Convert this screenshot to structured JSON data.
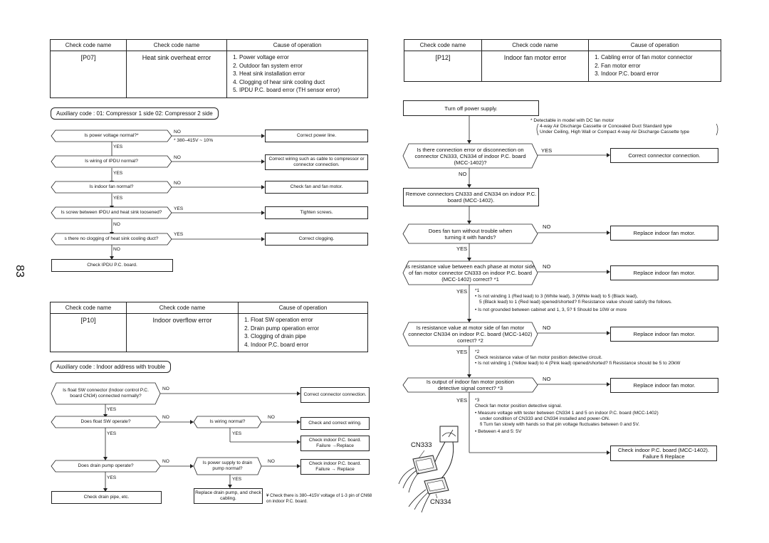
{
  "page_number": "83",
  "table_p07": {
    "headers": [
      "Check code name",
      "Check code name",
      "Cause of operation"
    ],
    "code": "[P07]",
    "name": "Heat sink overheat error",
    "causes": [
      "Power voltage error",
      "Outdoor fan system error",
      "Heat sink installation error",
      "Clogging of hear sink cooling duct",
      "IPDU P.C. board error (TH sensor error)"
    ]
  },
  "aux_p07": "Auxiliary code :   01: Compressor 1 side   02: Compressor 2 side",
  "flow_p07": {
    "q1": "Is power voltage normal?*",
    "q1_note": "* 380–415V ~ 10%",
    "a1": "Correct power line.",
    "q2": "Is wiring of IPDU normal?",
    "a2": "Correct wiring such as cable to compressor or connector connection.",
    "q3": "Is indoor fan normal?",
    "a3": "Check fan and fan motor.",
    "q4": "Is screw between IPDU and heat sink loosened?",
    "a4": "Tighten screws.",
    "q5": "s there no clogging of heat sink cooling duct?",
    "a5": "Correct clogging.",
    "end": "Check IPDU P.C. board.",
    "yes": "YES",
    "no": "NO"
  },
  "table_p10": {
    "headers": [
      "Check code name",
      "Check code name",
      "Cause of operation"
    ],
    "code": "[P10]",
    "name": "Indoor overflow error",
    "causes": [
      "Float SW operation error",
      "Drain pump operation error",
      "Clogging of drain pipe",
      "Indoor P.C. board error"
    ]
  },
  "aux_p10": "Auxiliary code :   Indoor address with trouble",
  "flow_p10": {
    "q1": "Is float SW connector (Indoor control P.C. board CN34) connected normally?",
    "a1": "Correct connector connection.",
    "q2": "Does float SW operate?",
    "q2b": "Is wiring normal?",
    "a2": "Check and correct wiring.",
    "a2b": "Check indoor P.C. board. Failure →Replace",
    "q3": "Does drain pump operate?",
    "q3b": "Is power supply to drain pump normal?",
    "a3": "Check indoor P.C. board. Failure → Replace",
    "end1": "Check drain pipe, etc.",
    "end2": "Replace drain pump, and check cabling.",
    "note": "¥ Check there is 380–415V voltage of 1-3 pin of CN68 on indoor P.C. board."
  },
  "table_p12": {
    "headers": [
      "Check code name",
      "Check code name",
      "Cause of operation"
    ],
    "code": "[P12]",
    "name": "Indoor fan motor error",
    "causes": [
      "Cabling error of fan motor connector",
      "Fan motor error",
      "Indoor P.C. board error"
    ]
  },
  "flow_p12": {
    "start": "Turn off power supply.",
    "note_star": "* Detectable in model with DC fan motor",
    "note_star2": "4-way Air Discharge Cassette or Concealed Duct Standard type",
    "note_star3": "Under Ceiling, High Wall or Compact 4-way Air Discharge Cassette type",
    "q1": "Is there connection error or disconnection on connector CN333, CN334 of indoor P.C. board (MCC-1402)?",
    "a1": "Correct connector connection.",
    "s2": "Remove connectors CN333 and CN334 on indoor P.C. board (MCC-1402).",
    "q2": "Does fan turn without trouble when turning it with hands?",
    "a2": "Replace indoor fan motor.",
    "q3": "Is resistance value between each phase at motor side of fan motor connector CN333 on indoor P.C. board (MCC-1402) correct? *1",
    "a3": "Replace indoor fan motor.",
    "n1_title": "*1",
    "n1_a": "• Is not winding 1 (Red lead) to 3 (White lead), 3 (White lead) to 5 (Black lead),",
    "n1_b": "5 (Black lead) to 1 (Red lead) opened/shorted? fi  Resistance value should satisfy the follows.",
    "n1_c": "• Is not grounded between cabinet and 1, 3, 5? fi  Should be 10W or more",
    "q4": "Is resistance value at motor side of fan motor connector CN334 on indoor P.C. board (MCC-1402) correct? *2",
    "a4": "Replace indoor fan motor.",
    "n2_title": "*2",
    "n2_a": "Check resistance value of fan motor position detective circuit.",
    "n2_b": "• Is not winding 1 (Yellow lead) to 4 (Pink lead) opened/shorted? fi  Resistance should be 5 to 20kW",
    "q5": "Is output of indoor fan motor position detective signal correct? *3",
    "a5": "Replace indoor fan motor.",
    "n3_title": "*3",
    "n3_a": "Check fan motor position detective signal.",
    "n3_b": "• Measure voltage with tester between CN334 1 and 5 on indoor P.C. board (MCC-1402)",
    "n3_c": "under condition of CN333 and CN334 installed and power-ON.",
    "n3_d": "fi  Turn fan slowly with hands so that pin voltage fluctuates between 0 and 5V.",
    "n3_e": "• Between 4 and 5: 5V",
    "end": "Check indoor P.C. board (MCC-1402). Failure fi  Replace",
    "cn333": "CN333",
    "cn334": "CN334",
    "yes": "YES",
    "no": "NO"
  }
}
